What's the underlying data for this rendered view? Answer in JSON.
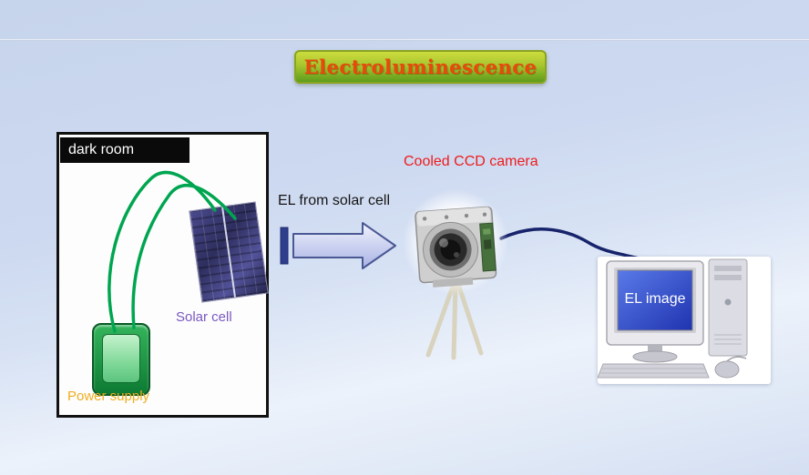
{
  "title": {
    "text": "Electroluminescence",
    "text_color": "#e8490c",
    "box_top_color": "#ccdc3e",
    "box_bottom_color": "#5e9c1d",
    "border_color": "#8aa41f"
  },
  "dark_room": {
    "label": "dark room",
    "border_color": "#111111",
    "header_bg": "#0a0a0a"
  },
  "solar_cell": {
    "label": "Solar cell",
    "label_color": "#7a58c0",
    "panel_color": "#33336a"
  },
  "power_supply": {
    "label": "Power supply",
    "label_color": "#f0ad1f",
    "body_color": "#18a24a"
  },
  "labels": {
    "el_from_solar_cell": "EL from solar cell",
    "cooled_ccd_camera": "Cooled CCD camera"
  },
  "camera": {
    "label_color": "#ee1c1c",
    "cable_color": "#17246b",
    "tripod_color": "#d8d1b8"
  },
  "computer": {
    "screen_text": "EL image",
    "screen_text_color": "#ffffff",
    "screen_color": "#2f47c8"
  },
  "wires": {
    "color": "#00a550"
  },
  "arrow": {
    "fill_top": "#f0f3fc",
    "fill_bottom": "#a8b2e4",
    "stroke": "#4a5894",
    "bar_color": "#2e3e8e"
  },
  "graphics": {
    "arrow_icon": "right-block-arrow-icon",
    "camera_icon": "ccd-camera-graphic",
    "computer_icon": "desktop-computer-graphic",
    "tripod_icon": "tripod-legs-icon",
    "wire_icon": "green-wire-lines",
    "solar_icon": "solar-panel-graphic",
    "power_icon": "power-supply-graphic"
  }
}
